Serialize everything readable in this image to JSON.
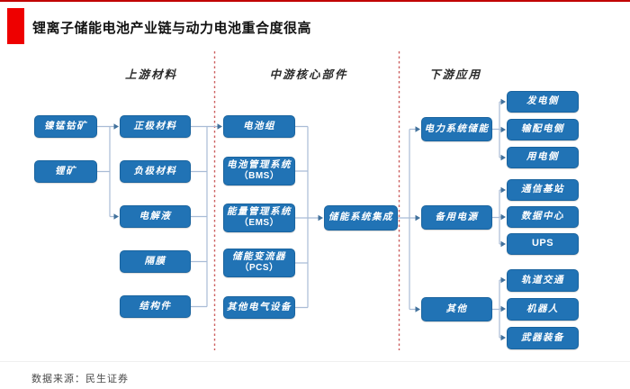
{
  "page": {
    "title": "锂离子储能电池产业链与动力电池重合度很高",
    "source": "数据来源：民生证券"
  },
  "colors": {
    "accent": "#ee0000",
    "accent_dark": "#c00000",
    "box_blue": "#2173b5",
    "connector": "#a9bcd6",
    "arrow": "#41719c",
    "divider_red": "#cc5f5f"
  },
  "sections": [
    {
      "label": "上游材料"
    },
    {
      "label": "中游核心部件"
    },
    {
      "label": "下游应用"
    }
  ],
  "diagram": {
    "mines": [
      {
        "label": "镍锰钴矿"
      },
      {
        "label": "锂矿"
      }
    ],
    "materials": [
      {
        "label": "正极材料"
      },
      {
        "label": "负极材料"
      },
      {
        "label": "电解液"
      },
      {
        "label": "隔膜"
      },
      {
        "label": "结构件"
      }
    ],
    "components": [
      {
        "label": "电池组"
      },
      {
        "label": "电池管理系统",
        "sub": "（BMS）"
      },
      {
        "label": "能量管理系统",
        "sub": "（EMS）"
      },
      {
        "label": "储能变流器",
        "sub": "（PCS）"
      },
      {
        "label": "其他电气设备"
      }
    ],
    "integration": {
      "label": "储能系统集成"
    },
    "applications": [
      {
        "label": "电力系统储能",
        "children": [
          {
            "label": "发电侧"
          },
          {
            "label": "输配电侧"
          },
          {
            "label": "用电侧"
          }
        ]
      },
      {
        "label": "备用电源",
        "children": [
          {
            "label": "通信基站"
          },
          {
            "label": "数据中心"
          },
          {
            "label": "UPS"
          }
        ]
      },
      {
        "label": "其他",
        "children": [
          {
            "label": "轨道交通"
          },
          {
            "label": "机器人"
          },
          {
            "label": "武器装备"
          }
        ]
      }
    ]
  }
}
